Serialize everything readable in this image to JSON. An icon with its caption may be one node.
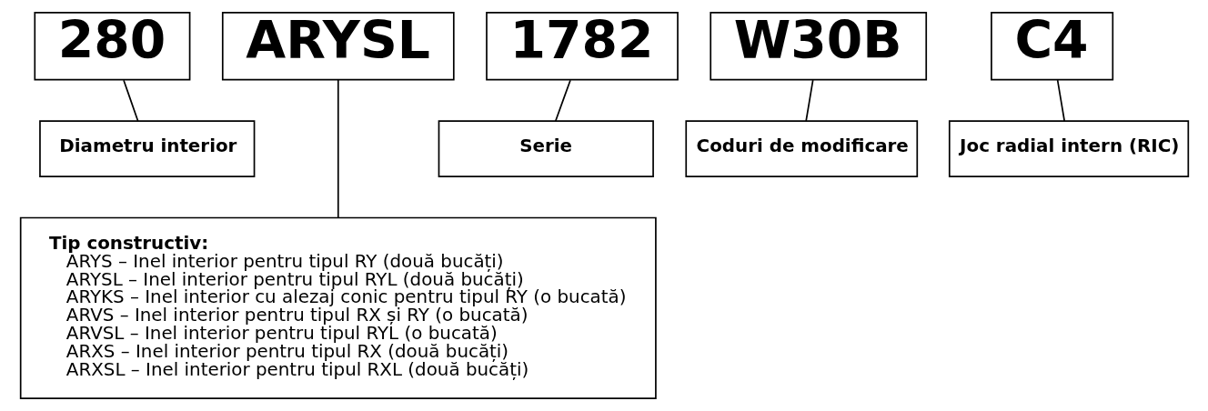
{
  "diagram": {
    "nodes": [
      {
        "text": [
          "280"
        ]
      },
      {
        "text": [
          "ARYSL"
        ]
      },
      {
        "text": [
          "1782"
        ]
      },
      {
        "text": [
          "W30B"
        ]
      },
      {
        "text": [
          "C4"
        ]
      },
      {
        "text": [
          "Diametru interior"
        ]
      },
      {
        "text": [
          "Serie"
        ]
      },
      {
        "text": [
          "Coduri de modificare"
        ]
      },
      {
        "text": [
          "Joc radial intern (RIC)"
        ]
      },
      {
        "text": [
          "Tip constructiv:",
          "ARYS – Inel interior pentru tipul RY (două bucăți)",
          "ARYSL – Inel interior pentru tipul RYL (două bucăți)",
          "ARYKS – Inel interior cu alezaj conic pentru tipul RY (o bucată)",
          "ARVS – Inel interior pentru tipul RX și RY (o bucată)",
          "ARVSL – Inel interior pentru tipul RYL (o bucată)",
          "ARXS – Inel interior pentru tipul RX (două bucăți)",
          "ARXSL – Inel interior pentru tipul RXL (două bucăți)"
        ]
      }
    ],
    "edges": [
      {
        "from": 0,
        "to": 5,
        "arrow": "none"
      },
      {
        "from": 1,
        "to": 9,
        "arrow": "none"
      },
      {
        "from": 2,
        "to": 6,
        "arrow": "none"
      },
      {
        "from": 3,
        "to": 7,
        "arrow": "none"
      },
      {
        "from": 4,
        "to": 8,
        "arrow": "none"
      }
    ]
  }
}
